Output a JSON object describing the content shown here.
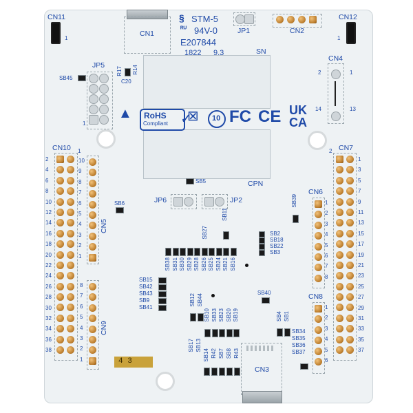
{
  "header_labels": {
    "cn11": "CN11",
    "cn12": "CN12",
    "cn1": "CN1",
    "jp1": "JP1",
    "cn2": "CN2",
    "jp5": "JP5",
    "cn4": "CN4",
    "cn10": "CN10",
    "cn7": "CN7",
    "cn6": "CN6",
    "cn8": "CN8",
    "cn5": "CN5",
    "cn9": "CN9",
    "cn3": "CN3",
    "jp6": "JP6",
    "jp2": "JP2",
    "sn": "SN",
    "cpn": "CPN"
  },
  "marking": {
    "line1": "STM-5",
    "line2": "94V-0",
    "line3": "E207844",
    "line4": "1822",
    "line5": "9.3",
    "rohs": "RoHS",
    "compliant": "Compliant",
    "fc": "FC",
    "ce": "CE",
    "ukca_top": "UK",
    "ukca_bottom": "CA",
    "ten": "10"
  },
  "pin_numbers": {
    "cn10_left": [
      "2",
      "4",
      "6",
      "8",
      "10",
      "12",
      "14",
      "16",
      "18",
      "20",
      "22",
      "24",
      "26",
      "28",
      "30",
      "32",
      "34",
      "36",
      "38"
    ],
    "cn5": [
      "10",
      "9",
      "8",
      "7",
      "6",
      "5",
      "4",
      "3",
      "2",
      "1"
    ],
    "cn9": [
      "8",
      "7",
      "6",
      "5",
      "4",
      "3",
      "2",
      "1"
    ],
    "cn7_right": [
      "1",
      "3",
      "5",
      "7",
      "9",
      "11",
      "13",
      "15",
      "17",
      "19",
      "21",
      "23",
      "25",
      "27",
      "29",
      "31",
      "33",
      "35",
      "37"
    ],
    "cn6": [
      "1",
      "2",
      "3",
      "4",
      "5",
      "6",
      "7",
      "8"
    ],
    "cn8": [
      "1",
      "2",
      "3",
      "4",
      "5",
      "6"
    ],
    "cn4": [
      "2",
      "1",
      "14",
      "13"
    ],
    "cn11_pin": "1",
    "cn12_pin": "1",
    "jp5_pin": "1",
    "cn10_top": "1",
    "cn7_top": "2"
  },
  "solder_bridges": {
    "sb45": "SB45",
    "sb5": "SB5",
    "sb6": "SB6",
    "sb2": "SB2",
    "sb18": "SB18",
    "sb22": "SB22",
    "sb3": "SB3",
    "sb39": "SB39",
    "sb11": "SB11",
    "sb27": "SB27",
    "sb40": "SB40",
    "group_a": [
      "SB38",
      "SB31",
      "SB30",
      "SB29",
      "SB28",
      "SB26",
      "SB25",
      "SB24",
      "SB21",
      "SB16"
    ],
    "group_b": [
      "SB15",
      "SB42",
      "SB43",
      "SB9",
      "SB41"
    ],
    "group_c": [
      "SB12",
      "SB44",
      "SB10",
      "SB33",
      "SB23",
      "SB20",
      "SB19"
    ],
    "group_d": [
      "SB17",
      "SB13"
    ],
    "group_e": [
      "SB14",
      "R42",
      "SB7",
      "SB8",
      "R43"
    ],
    "group_f": [
      "SB34",
      "SB35",
      "SB36",
      "SB37"
    ],
    "sb4": "SB4",
    "sb1": "SB1",
    "r14": "R14",
    "r17": "R17",
    "c20": "C20"
  },
  "gold_bar_text": "4 3"
}
